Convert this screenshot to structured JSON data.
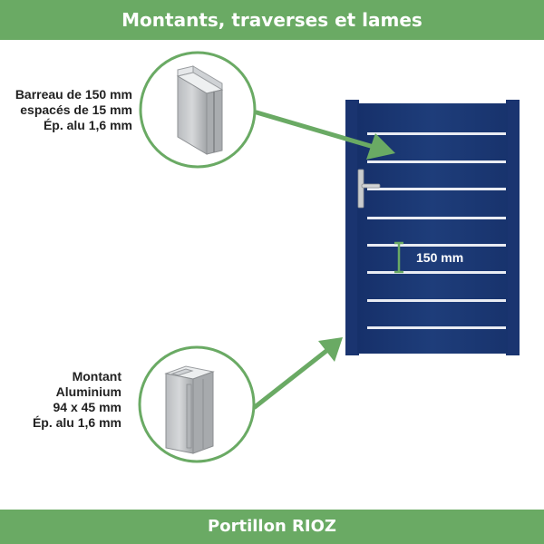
{
  "header": {
    "title": "Montants, traverses et lames"
  },
  "footer": {
    "title": "Portillon RIOZ"
  },
  "components": {
    "barreau": {
      "lines": [
        "Barreau de 150 mm",
        "espacés de 15 mm",
        "Ép. alu 1,6 mm"
      ]
    },
    "montant": {
      "lines": [
        "Montant",
        "Aluminium",
        "94 x 45 mm",
        "Ép. alu 1,6 mm"
      ]
    }
  },
  "gate": {
    "dimension_label": "150 mm",
    "color": "#1e3d7a",
    "accent_color": "#6aaa64"
  }
}
